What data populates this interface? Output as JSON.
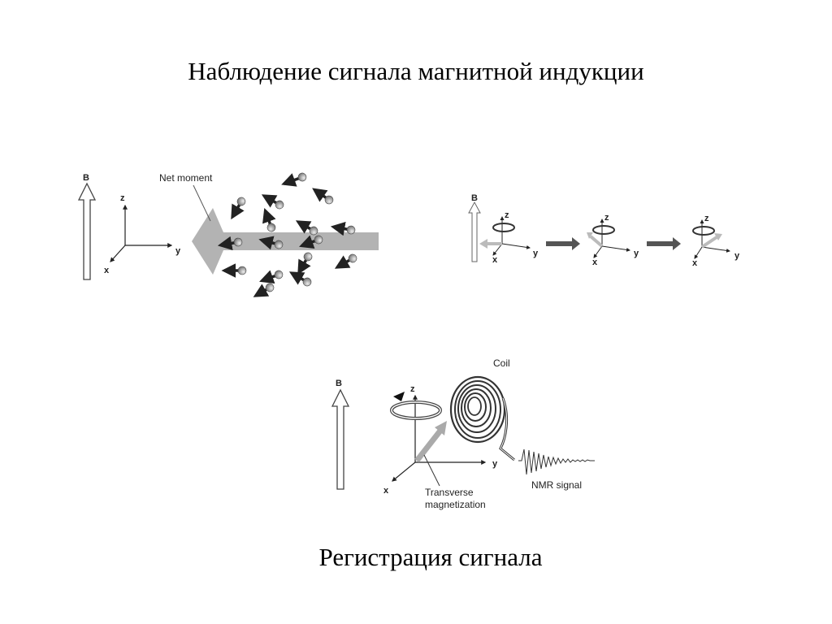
{
  "slide": {
    "title": "Наблюдение сигнала магнитной индукции",
    "caption": "Регистрация сигнала"
  },
  "figure_top_left": {
    "field_label": "B",
    "axis_labels": {
      "z": "z",
      "y": "y",
      "x": "x"
    },
    "net_moment_label": "Net moment"
  },
  "figure_top_right": {
    "field_label": "B",
    "axis_labels": {
      "z": "z",
      "y": "y",
      "x": "x"
    }
  },
  "figure_bottom": {
    "field_label": "B",
    "axis_labels": {
      "z": "z",
      "y": "y",
      "x": "x"
    },
    "coil_label": "Coil",
    "nmr_label": "NMR signal",
    "transverse_label_line1": "Transverse",
    "transverse_label_line2": "magnetization"
  },
  "colors": {
    "text": "#000000",
    "ink": "#222222",
    "grey_arrow": "#b0b0b0",
    "dark_arrow": "#444444"
  }
}
